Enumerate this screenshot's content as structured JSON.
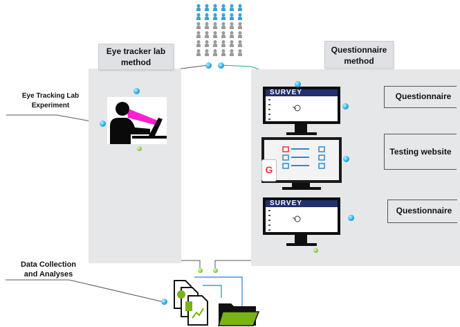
{
  "left_panel": {
    "title_line1": "Eye tracker lab",
    "title_line2": "method"
  },
  "right_panel": {
    "title_line1": "Questionnaire",
    "title_line2": "method"
  },
  "labels": {
    "eye_tracking_line1": "Eye Tracking Lab",
    "eye_tracking_line2": "Experiment",
    "data_collection_line1": "Data Collection",
    "data_collection_line2": "and Analyses",
    "questionnaire_top": "Questionnaire",
    "testing_website": "Testing website",
    "questionnaire_bottom": "Questionnaire"
  },
  "screens": {
    "survey_top": "SURVEY",
    "survey_bottom": "SURVEY",
    "google_badge": "G"
  },
  "colors": {
    "blue_dot": "#1ea7e8",
    "green_dot": "#8cc63f",
    "panel": "#e6e7e9",
    "survey_bar": "#22306e",
    "people_top": "#3aa0d8",
    "people_rest": "#9a9a9a",
    "folder": "#7ab317",
    "laser": "#ff00cc"
  },
  "icons": [
    "people-crowd-icon",
    "eye-tracking-person-icon",
    "survey-monitor-icon",
    "website-monitor-icon",
    "documents-chart-icon",
    "folder-icon"
  ]
}
